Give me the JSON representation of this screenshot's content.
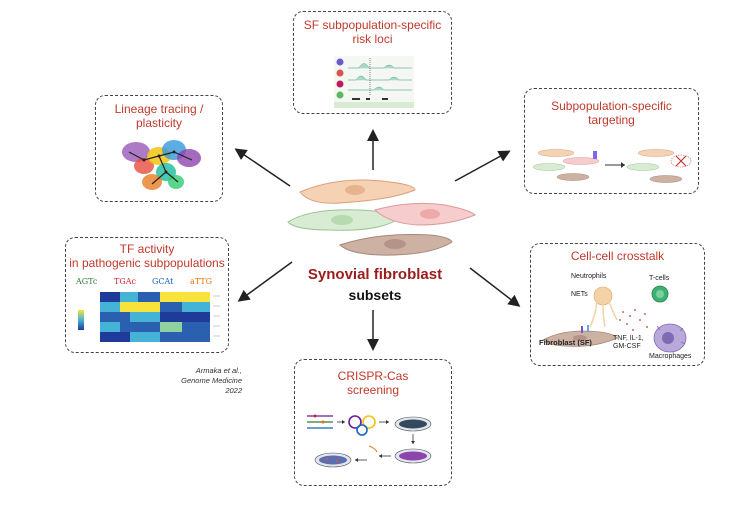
{
  "center": {
    "line1": "Synovial fibroblast",
    "line2": "subsets"
  },
  "boxes": {
    "risk_loci": {
      "title_line1": "SF subpopulation-specific",
      "title_line2": "risk loci"
    },
    "lineage": {
      "title_line1": "Lineage tracing /",
      "title_line2": "plasticity"
    },
    "targeting": {
      "title_line1": "Subpopulation-specific",
      "title_line2": "targeting"
    },
    "tf_activity": {
      "title_line1": "TF activity",
      "title_line2": "in pathogenic subpopulations"
    },
    "crosstalk": {
      "title": "Cell-cell crosstalk",
      "neutrophils": "Neutrophils",
      "nets": "NETs",
      "tcells": "T-cells",
      "fibroblast": "Fibroblast (SF)",
      "cytokines": "TNF, IL-1,",
      "cytokines2": "GM-CSF",
      "macrophages": "Macrophages"
    },
    "crispr": {
      "title_line1": "CRISPR-Cas",
      "title_line2": "screening"
    }
  },
  "citation": {
    "line1": "Armaka et al.,",
    "line2": "Genome Medicine",
    "line3": "2022"
  },
  "colors": {
    "title_red": "#c0392b",
    "cell_orange": "#f6d2b4",
    "cell_green": "#d7ecd2",
    "cell_pink": "#f7cccc",
    "cell_brown": "#cdb2a4"
  }
}
